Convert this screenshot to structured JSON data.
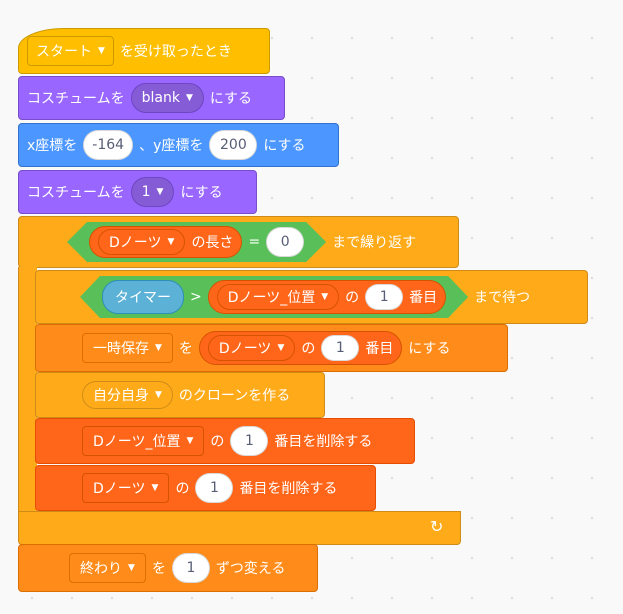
{
  "script": {
    "hat": {
      "event_option": "スタート",
      "label": "を受け取ったとき"
    },
    "set_costume1": {
      "pre": "コスチュームを",
      "option": "blank",
      "post": "にする"
    },
    "goto": {
      "pre": "x座標を",
      "x": "-164",
      "mid": "、y座標を",
      "y": "200",
      "post": "にする"
    },
    "set_costume2": {
      "pre": "コスチュームを",
      "option": "1",
      "post": "にする"
    },
    "repeat_until": {
      "list": "Dノーツ",
      "length_label": "の長さ",
      "eq": "=",
      "value": "0",
      "post": "まで繰り返す"
    },
    "wait_until": {
      "sensor": "タイマー",
      "gt": ">",
      "list": "Dノーツ_位置",
      "of": "の",
      "index": "1",
      "item": "番目",
      "post": "まで待つ"
    },
    "set_var": {
      "var": "一時保存",
      "to": "を",
      "list": "Dノーツ",
      "of": "の",
      "index": "1",
      "item": "番目",
      "post": "にする"
    },
    "clone": {
      "option": "自分自身",
      "post": "のクローンを作る"
    },
    "delete1": {
      "list": "Dノーツ_位置",
      "of": "の",
      "index": "1",
      "post": "番目を削除する"
    },
    "delete2": {
      "list": "Dノーツ",
      "of": "の",
      "index": "1",
      "post": "番目を削除する"
    },
    "change_var": {
      "var": "終わり",
      "by": "を",
      "value": "1",
      "post": "ずつ変える"
    }
  },
  "icons": {
    "dropdown": "▼",
    "loop": "↻"
  }
}
